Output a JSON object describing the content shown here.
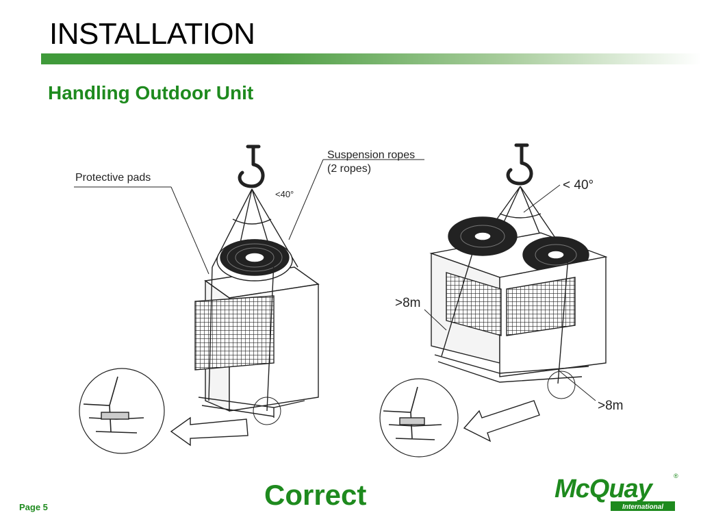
{
  "slide": {
    "title": "INSTALLATION",
    "subtitle": "Handling Outdoor Unit",
    "page": "Page 5",
    "verdict": "Correct"
  },
  "diagram": {
    "label_protective_pads": "Protective pads",
    "label_suspension_ropes": "Suspension ropes",
    "label_two_ropes": "(2 ropes)",
    "label_angle_left": "<40°",
    "label_angle_right": "< 40°",
    "label_distance_left": ">8m",
    "label_distance_right": ">8m"
  },
  "logo": {
    "brand": "McQuay",
    "tagline": "International",
    "registered": "®",
    "color": "#1e8a1e"
  },
  "colors": {
    "accent_green": "#1e8a1e",
    "bar_green": "#3f9a3a"
  }
}
